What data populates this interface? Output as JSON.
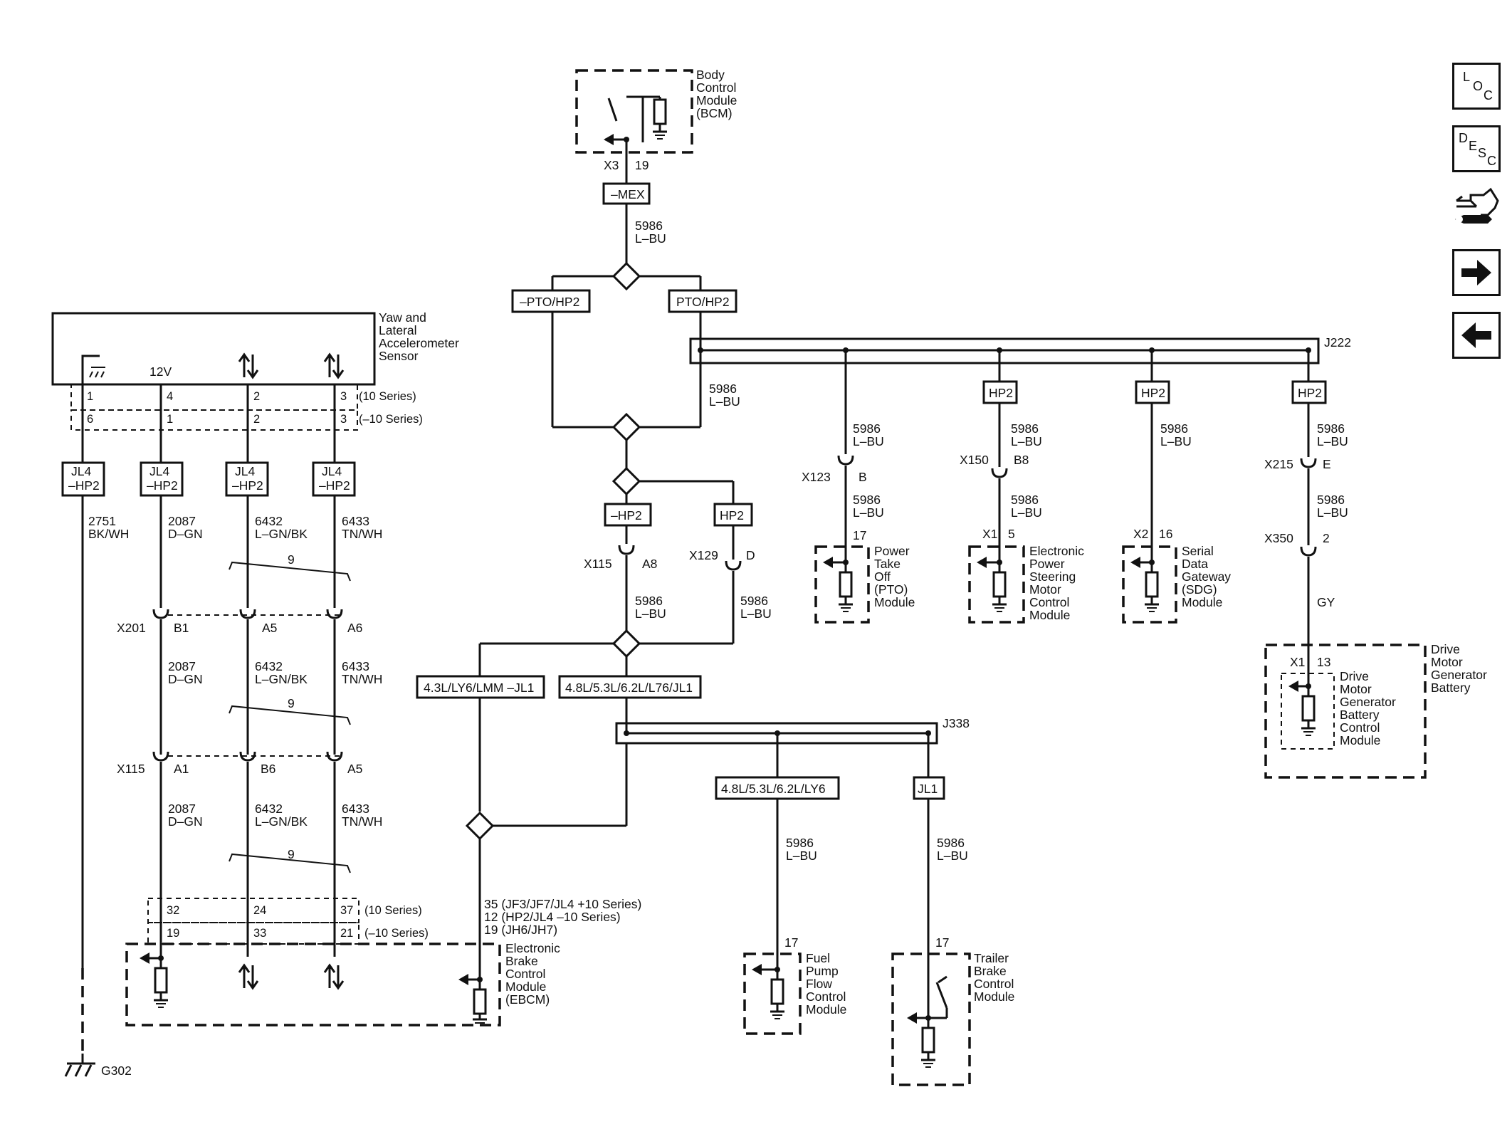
{
  "nav": {
    "loc": {
      "a": "L",
      "b": "O",
      "c": "C"
    },
    "desc": {
      "a": "D",
      "b": "E",
      "c": "S",
      "d": "C"
    }
  },
  "modules": {
    "bcm": [
      "Body",
      "Control",
      "Module",
      "(BCM)"
    ],
    "yaw": [
      "Yaw and",
      "Lateral",
      "Accelerometer",
      "Sensor"
    ],
    "ebcm": [
      "Electronic",
      "Brake",
      "Control",
      "Module",
      "(EBCM)"
    ],
    "pto": [
      "Power",
      "Take",
      "Off",
      "(PTO)",
      "Module"
    ],
    "eps": [
      "Electronic",
      "Power",
      "Steering",
      "Motor",
      "Control",
      "Module"
    ],
    "sdg": [
      "Serial",
      "Data",
      "Gateway",
      "(SDG)",
      "Module"
    ],
    "dmgb": [
      "Drive",
      "Motor",
      "Generator",
      "Battery"
    ],
    "dmgbcm": [
      "Drive",
      "Motor",
      "Generator",
      "Battery",
      "Control",
      "Module"
    ],
    "fpfcm": [
      "Fuel",
      "Pump",
      "Flow",
      "Control",
      "Module"
    ],
    "tbcm": [
      "Trailer",
      "Brake",
      "Control",
      "Module"
    ]
  },
  "options": {
    "mex": "–MEX",
    "npto": "–PTO/HP2",
    "pto": "PTO/HP2",
    "nhp2": "–HP2",
    "hp2": "HP2",
    "jl4hp2": [
      "JL4",
      "–HP2"
    ],
    "eng_a": "4.3L/LY6/LMM –JL1",
    "eng_b": "4.8L/5.3L/6.2L/L76/JL1",
    "eng_c": "4.8L/5.3L/6.2L/LY6",
    "jl1": "JL1"
  },
  "wires": {
    "c5986": "5986",
    "lbu": "L–BU",
    "c2751": "2751",
    "bkwh": "BK/WH",
    "c2087": "2087",
    "dgn": "D–GN",
    "c6432": "6432",
    "lgnbk": "L–GN/BK",
    "c6433": "6433",
    "tnwh": "TN/WH",
    "gy": "GY",
    "twist": "9"
  },
  "connectors": {
    "x3": "X3",
    "p19": "19",
    "x201": "X201",
    "b1": "B1",
    "a5": "A5",
    "a6": "A6",
    "x115": "X115",
    "a1": "A1",
    "b6": "B6",
    "a8": "A8",
    "x129": "X129",
    "d": "D",
    "x123": "X123",
    "b": "B",
    "x150": "X150",
    "b8": "B8",
    "x215": "X215",
    "e": "E",
    "x350": "X350",
    "p2": "2",
    "x1": "X1",
    "p5": "5",
    "p13": "13",
    "x2": "X2",
    "p16": "16",
    "p17": "17",
    "j222": "J222",
    "j338": "J338",
    "g302": "G302"
  },
  "yaw_pins": {
    "s10": [
      "1",
      "4",
      "2",
      "3"
    ],
    "n10": [
      "6",
      "1",
      "2",
      "3"
    ],
    "s10_label": "(10 Series)",
    "n10_label": "(–10 Series)",
    "v12": "12V"
  },
  "ebcm_pins": {
    "s10": [
      "32",
      "24",
      "37"
    ],
    "n10": [
      "19",
      "33",
      "21"
    ],
    "s10_label": "(10 Series)",
    "n10_label": "(–10 Series)",
    "pin_notes": [
      "35 (JF3/JF7/JL4 +10 Series)",
      "12 (HP2/JL4 –10 Series)",
      "19 (JH6/JH7)"
    ]
  }
}
